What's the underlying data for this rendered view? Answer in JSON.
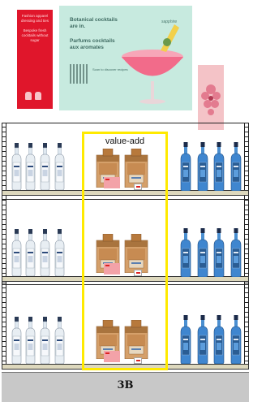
{
  "signage": {
    "red_banner": {
      "text_top": "Fashion apparel dressing and ties",
      "text_bottom": "Bespoke fresh cocktails without sugar"
    },
    "poster": {
      "headline": "Botanical cocktails are in.",
      "headline_fr": "Parfums cocktails aux aromates",
      "brand": "sapphire",
      "qr_caption": "Scan to discover recipes"
    }
  },
  "fixture": {
    "value_add_label": "value-add",
    "section_label": "3B"
  },
  "colors": {
    "red_banner": "#e0162b",
    "poster_bg": "#c7eadf",
    "pink_card": "#f4c3c7",
    "highlight_box": "#ffea00",
    "shelf_board": "#ddd8bd",
    "base": "#c8c8c8"
  }
}
